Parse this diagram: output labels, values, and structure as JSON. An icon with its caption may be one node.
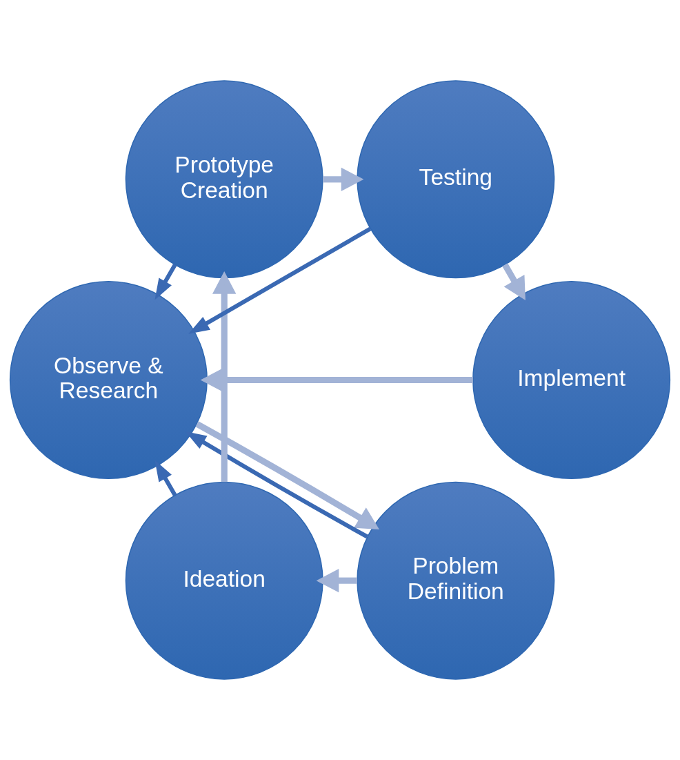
{
  "diagram": {
    "nodes": [
      {
        "text": [
          "Observe & Research"
        ]
      },
      {
        "text": [
          "Problem Definition"
        ]
      },
      {
        "text": [
          "Ideation"
        ]
      },
      {
        "text": [
          "Prototype Creation"
        ]
      },
      {
        "text": [
          "Testing"
        ]
      },
      {
        "text": [
          "Implement"
        ]
      }
    ],
    "edges": [
      {
        "from": 0,
        "to": 1,
        "arrow": "to"
      },
      {
        "from": 1,
        "to": 2,
        "arrow": "to"
      },
      {
        "from": 2,
        "to": 3,
        "arrow": "to"
      },
      {
        "from": 3,
        "to": 4,
        "arrow": "to"
      },
      {
        "from": 4,
        "to": 5,
        "arrow": "to"
      },
      {
        "from": 5,
        "to": 0,
        "arrow": "to"
      },
      {
        "from": 1,
        "to": 0,
        "arrow": "to",
        "color": "#3a69b3"
      },
      {
        "from": 2,
        "to": 0,
        "arrow": "to",
        "color": "#3a69b3"
      },
      {
        "from": 3,
        "to": 0,
        "arrow": "to",
        "color": "#3a69b3"
      },
      {
        "from": 4,
        "to": 0,
        "arrow": "to",
        "color": "#3a69b3"
      }
    ]
  }
}
